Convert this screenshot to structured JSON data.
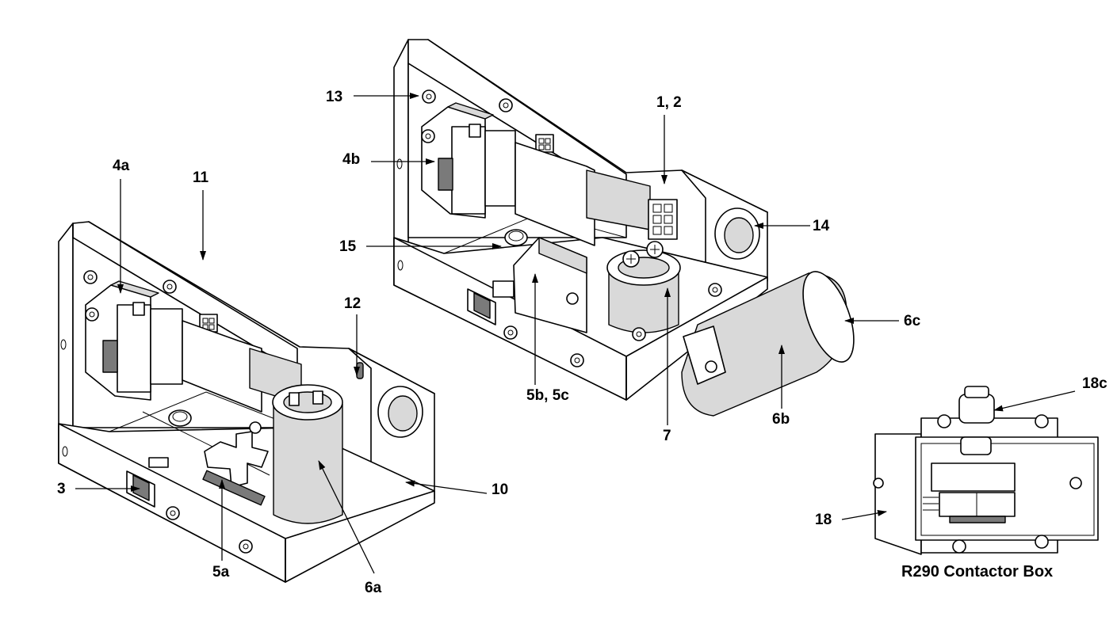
{
  "callouts": {
    "c13": "13",
    "c1_2": "1, 2",
    "c4b": "4b",
    "c4a": "4a",
    "c11": "11",
    "c14": "14",
    "c15": "15",
    "c12": "12",
    "c6c": "6c",
    "c5b_5c": "5b, 5c",
    "c7": "7",
    "c6b": "6b",
    "c18c": "18c",
    "c3": "3",
    "c10": "10",
    "c18": "18",
    "c5a": "5a",
    "c6a": "6a"
  },
  "caption": "R290 Contactor Box"
}
